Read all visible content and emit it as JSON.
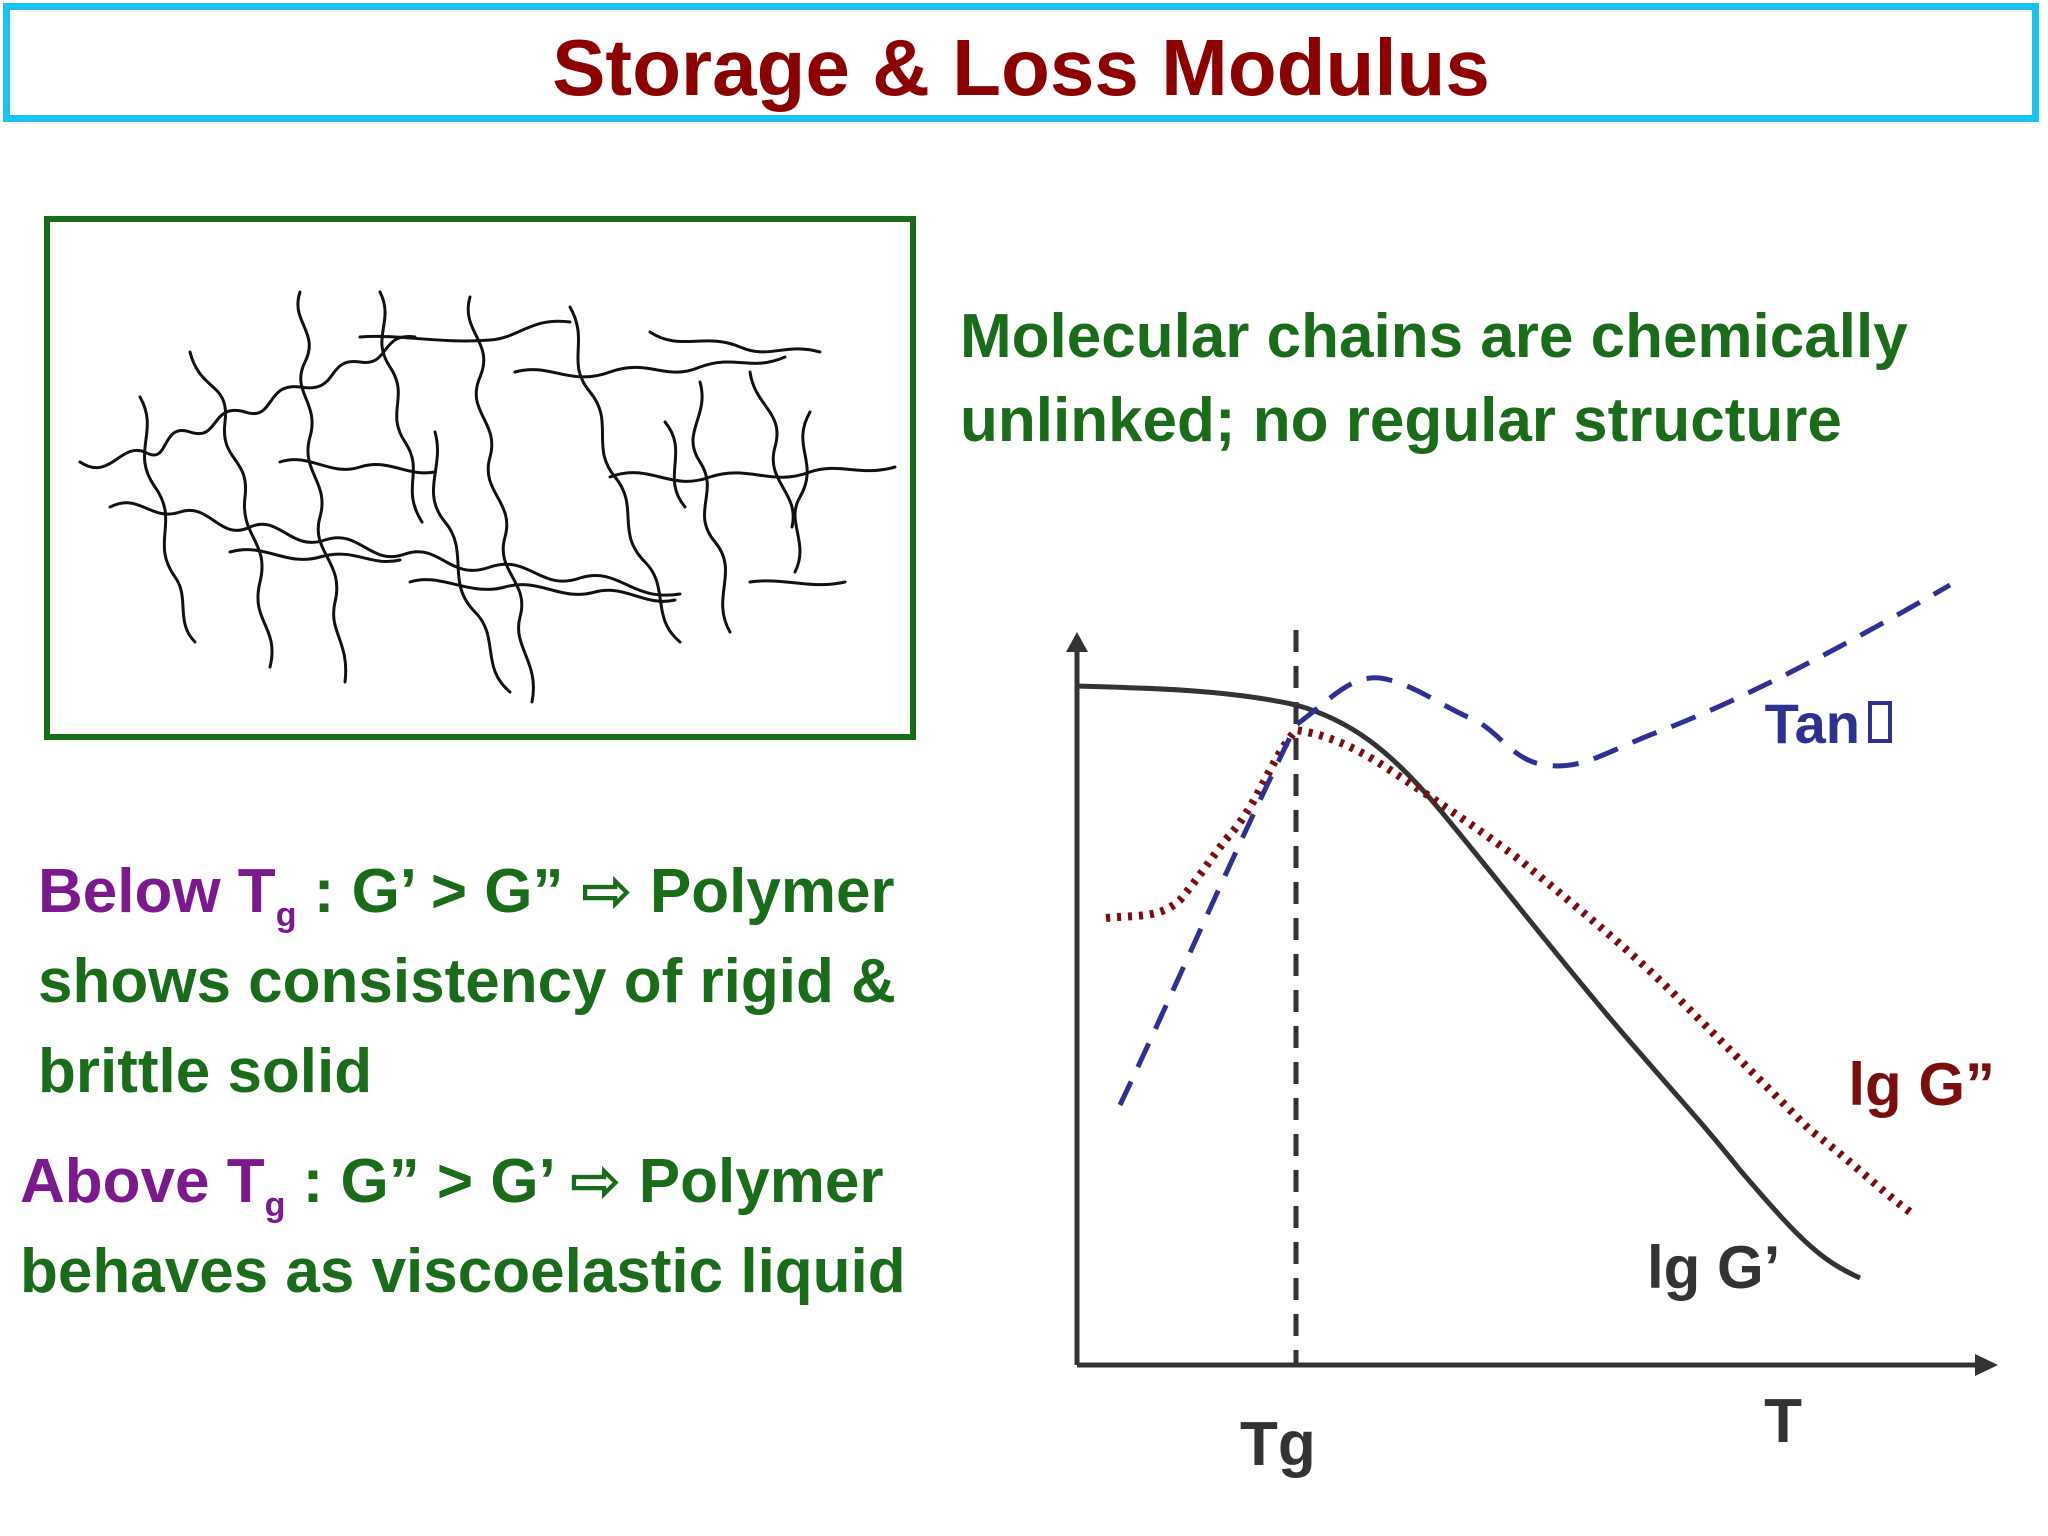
{
  "title": "Storage & Loss Modulus",
  "caption_line1": "Molecular chains are chemically",
  "caption_line2": "unlinked; no regular structure",
  "below": {
    "lead": "Below T",
    "sub": "g",
    "rest": " : G’ > G” ⇨  Polymer",
    "line2": "shows consistency of rigid &",
    "line3": "brittle solid"
  },
  "above": {
    "lead": "Above T",
    "sub": "g",
    "rest": " : G” > G’ ⇨  Polymer",
    "line2": "behaves as viscoelastic liquid"
  },
  "chart_data": {
    "type": "line",
    "xlabel": "T",
    "tg_label": "Tg",
    "series": [
      {
        "name": "lg G’",
        "color": "#333333",
        "style": "solid"
      },
      {
        "name": "lg G”",
        "color": "#7a0f0f",
        "style": "dotted"
      },
      {
        "name": "Tan ",
        "color": "#2e3192",
        "style": "dashed"
      }
    ]
  },
  "colors": {
    "title": "#8b0000",
    "title_border": "#19c3ee",
    "green_text": "#1a6b1a",
    "purple_text": "#7a1a8c"
  }
}
